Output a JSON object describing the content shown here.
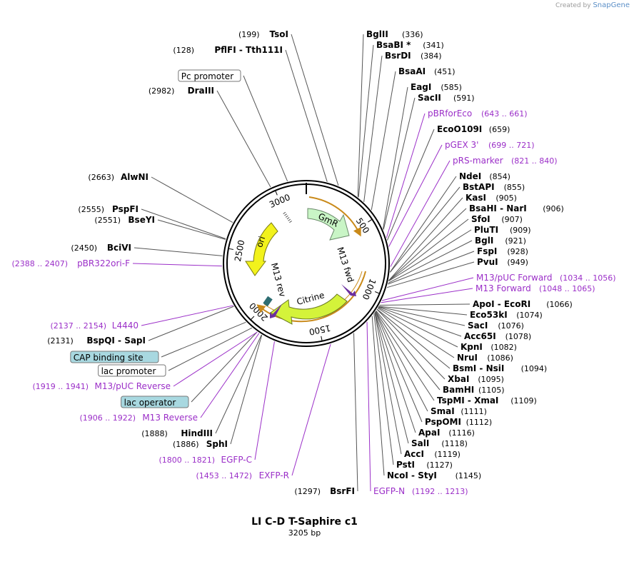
{
  "watermark": {
    "prefix": "Created by",
    "brand": "SnapGene"
  },
  "plasmid": {
    "name": "LI C-D T-Saphire c1",
    "length_label": "3205 bp",
    "length": 3205
  },
  "colors": {
    "enzyme": "#000000",
    "primer": "#9b2fc8",
    "backbone": "#000000",
    "orf_outline": "#c98a1a"
  },
  "ticks": [
    "500",
    "1000",
    "1500",
    "2000",
    "2500",
    "3000"
  ],
  "features": [
    {
      "label": "GmR",
      "color": "#c9f5c6"
    },
    {
      "label": "Citrine",
      "color": "#d4f33a"
    },
    {
      "label": "ori",
      "color": "#f2f21c"
    }
  ],
  "inner_primers": [
    "M13 fwd",
    "M13 rev"
  ],
  "sites": [
    {
      "name": "TsoI",
      "pos": "(199)",
      "kind": "enzyme"
    },
    {
      "name": "BglII",
      "pos": "(336)",
      "kind": "enzyme"
    },
    {
      "name": "BsaBI *",
      "pos": "(341)",
      "kind": "enzyme"
    },
    {
      "name": "BsrDI",
      "pos": "(384)",
      "kind": "enzyme"
    },
    {
      "name": "BsaAI",
      "pos": "(451)",
      "kind": "enzyme"
    },
    {
      "name": "EagI",
      "pos": "(585)",
      "kind": "enzyme"
    },
    {
      "name": "SacII",
      "pos": "(591)",
      "kind": "enzyme"
    },
    {
      "name": "pBRforEco",
      "pos": "(643 .. 661)",
      "kind": "primer"
    },
    {
      "name": "EcoO109I",
      "pos": "(659)",
      "kind": "enzyme"
    },
    {
      "name": "pGEX 3'",
      "pos": "(699 .. 721)",
      "kind": "primer"
    },
    {
      "name": "pRS-marker",
      "pos": "(821 .. 840)",
      "kind": "primer"
    },
    {
      "name": "NdeI",
      "pos": "(854)",
      "kind": "enzyme"
    },
    {
      "name": "BstAPI",
      "pos": "(855)",
      "kind": "enzyme"
    },
    {
      "name": "KasI",
      "pos": "(905)",
      "kind": "enzyme"
    },
    {
      "name": "BsaHI - NarI",
      "pos": "(906)",
      "kind": "enzyme"
    },
    {
      "name": "SfoI",
      "pos": "(907)",
      "kind": "enzyme"
    },
    {
      "name": "PluTI",
      "pos": "(909)",
      "kind": "enzyme"
    },
    {
      "name": "BglI",
      "pos": "(921)",
      "kind": "enzyme"
    },
    {
      "name": "FspI",
      "pos": "(928)",
      "kind": "enzyme"
    },
    {
      "name": "PvuI",
      "pos": "(949)",
      "kind": "enzyme"
    },
    {
      "name": "M13/pUC Forward",
      "pos": "(1034 .. 1056)",
      "kind": "primer"
    },
    {
      "name": "M13 Forward",
      "pos": "(1048 .. 1065)",
      "kind": "primer"
    },
    {
      "name": "ApoI - EcoRI",
      "pos": "(1066)",
      "kind": "enzyme"
    },
    {
      "name": "Eco53kI",
      "pos": "(1074)",
      "kind": "enzyme"
    },
    {
      "name": "SacI",
      "pos": "(1076)",
      "kind": "enzyme"
    },
    {
      "name": "Acc65I",
      "pos": "(1078)",
      "kind": "enzyme"
    },
    {
      "name": "KpnI",
      "pos": "(1082)",
      "kind": "enzyme"
    },
    {
      "name": "NruI",
      "pos": "(1086)",
      "kind": "enzyme"
    },
    {
      "name": "BsmI - NsiI",
      "pos": "(1094)",
      "kind": "enzyme"
    },
    {
      "name": "XbaI",
      "pos": "(1095)",
      "kind": "enzyme"
    },
    {
      "name": "BamHI",
      "pos": "(1105)",
      "kind": "enzyme"
    },
    {
      "name": "TspMI - XmaI",
      "pos": "(1109)",
      "kind": "enzyme"
    },
    {
      "name": "SmaI",
      "pos": "(1111)",
      "kind": "enzyme"
    },
    {
      "name": "PspOMI",
      "pos": "(1112)",
      "kind": "enzyme"
    },
    {
      "name": "ApaI",
      "pos": "(1116)",
      "kind": "enzyme"
    },
    {
      "name": "SalI",
      "pos": "(1118)",
      "kind": "enzyme"
    },
    {
      "name": "AccI",
      "pos": "(1119)",
      "kind": "enzyme"
    },
    {
      "name": "PstI",
      "pos": "(1127)",
      "kind": "enzyme"
    },
    {
      "name": "NcoI - StyI",
      "pos": "(1145)",
      "kind": "enzyme"
    },
    {
      "name": "EGFP-N",
      "pos": "(1192 .. 1213)",
      "kind": "primer"
    },
    {
      "name": "BsrFI",
      "pos": "(1297)",
      "kind": "enzyme"
    },
    {
      "name": "EXFP-R",
      "pos": "(1453 .. 1472)",
      "kind": "primer"
    },
    {
      "name": "EGFP-C",
      "pos": "(1800 .. 1821)",
      "kind": "primer"
    },
    {
      "name": "SphI",
      "pos": "(1886)",
      "kind": "enzyme"
    },
    {
      "name": "HindIII",
      "pos": "(1888)",
      "kind": "enzyme"
    },
    {
      "name": "M13 Reverse",
      "pos": "(1906 .. 1922)",
      "kind": "primer"
    },
    {
      "name": "lac operator",
      "pos": "",
      "kind": "box-blue"
    },
    {
      "name": "M13/pUC Reverse",
      "pos": "(1919 .. 1941)",
      "kind": "primer"
    },
    {
      "name": "lac promoter",
      "pos": "",
      "kind": "box-white"
    },
    {
      "name": "CAP binding site",
      "pos": "",
      "kind": "box-blue"
    },
    {
      "name": "BspQI - SapI",
      "pos": "(2131)",
      "kind": "enzyme"
    },
    {
      "name": "L4440",
      "pos": "(2137 .. 2154)",
      "kind": "primer"
    },
    {
      "name": "pBR322ori-F",
      "pos": "(2388 .. 2407)",
      "kind": "primer"
    },
    {
      "name": "BciVI",
      "pos": "(2450)",
      "kind": "enzyme"
    },
    {
      "name": "BseYI",
      "pos": "(2551)",
      "kind": "enzyme"
    },
    {
      "name": "PspFI",
      "pos": "(2555)",
      "kind": "enzyme"
    },
    {
      "name": "AlwNI",
      "pos": "(2663)",
      "kind": "enzyme"
    },
    {
      "name": "DraIII",
      "pos": "(2982)",
      "kind": "enzyme"
    },
    {
      "name": "Pc promoter",
      "pos": "",
      "kind": "box-white"
    },
    {
      "name": "PflFI - Tth111I",
      "pos": "(128)",
      "kind": "enzyme"
    }
  ]
}
